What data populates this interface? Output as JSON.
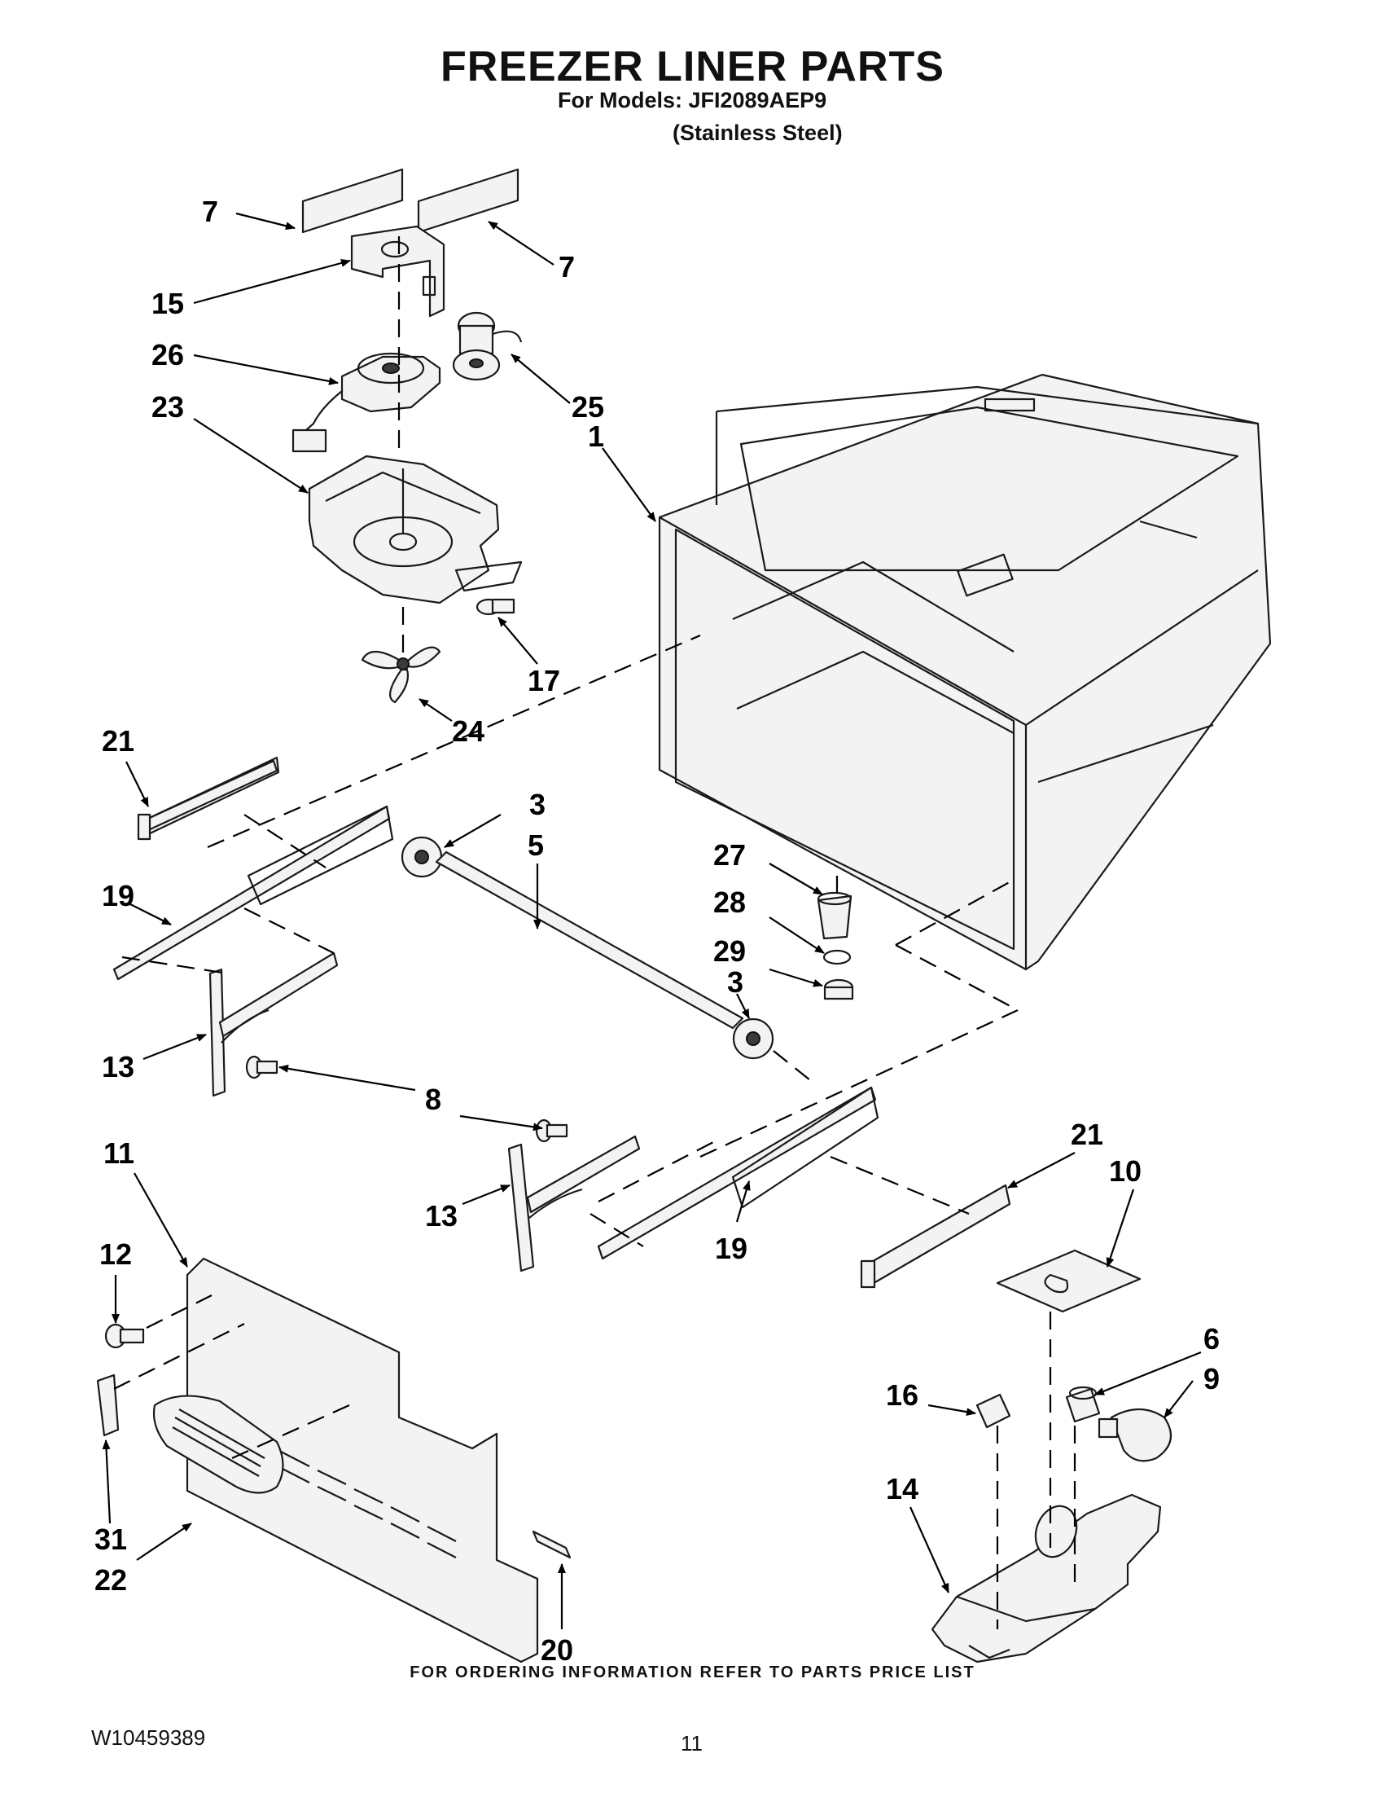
{
  "header": {
    "title": "FREEZER LINER PARTS",
    "models_line": "For Models: JFI2089AEP9",
    "variant": "(Stainless Steel)"
  },
  "footer": {
    "ordering_note": "FOR ORDERING INFORMATION REFER TO PARTS PRICE LIST",
    "document_number": "W10459389",
    "page_number": "11"
  },
  "callouts": {
    "c7a": "7",
    "c7b": "7",
    "c15": "15",
    "c26": "26",
    "c23": "23",
    "c25": "25",
    "c1": "1",
    "c17": "17",
    "c24": "24",
    "c21a": "21",
    "c3a": "3",
    "c5": "5",
    "c19a": "19",
    "c27": "27",
    "c28": "28",
    "c29": "29",
    "c3b": "3",
    "c13a": "13",
    "c8": "8",
    "c11": "11",
    "c21b": "21",
    "c10": "10",
    "c13b": "13",
    "c19b": "19",
    "c12": "12",
    "c6": "6",
    "c9": "9",
    "c16": "16",
    "c14": "14",
    "c31": "31",
    "c22": "22",
    "c20": "20"
  }
}
